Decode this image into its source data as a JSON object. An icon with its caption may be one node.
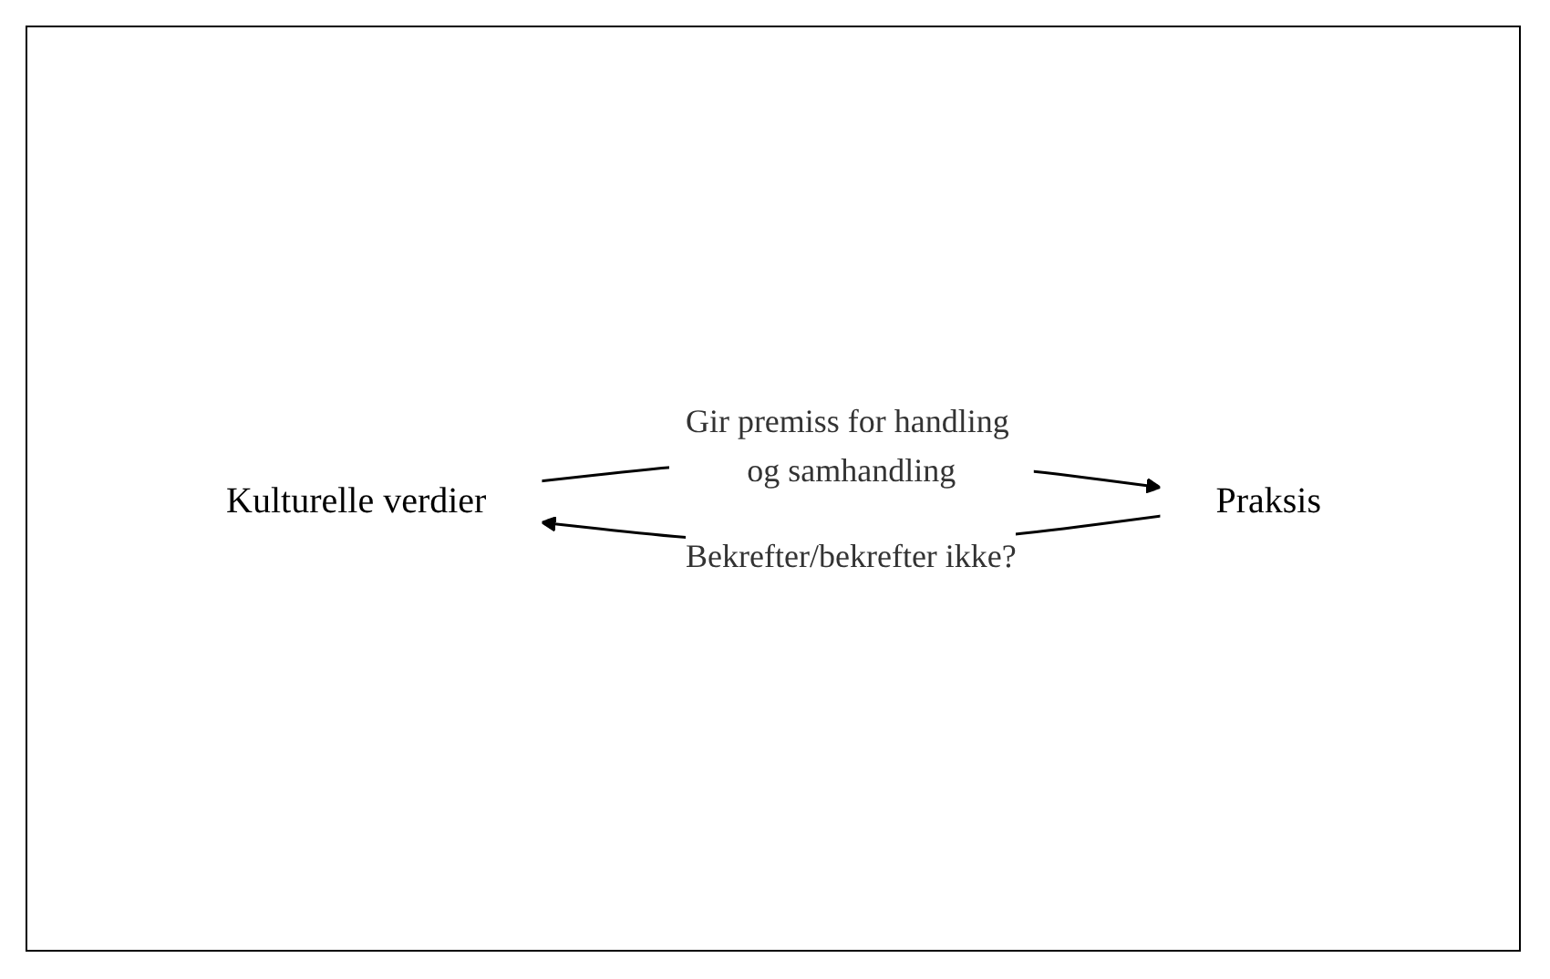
{
  "diagram": {
    "nodes": [
      {
        "text": [
          "Kulturelle verdier"
        ]
      },
      {
        "text": [
          "Praksis"
        ]
      }
    ],
    "edges": [
      {
        "from": 0,
        "to": 1,
        "arrow": "to",
        "label": "Gir premiss for handling og samhandling"
      },
      {
        "from": 1,
        "to": 0,
        "arrow": "to",
        "label": "Bekrefter/bekrefter ikke?"
      }
    ]
  }
}
